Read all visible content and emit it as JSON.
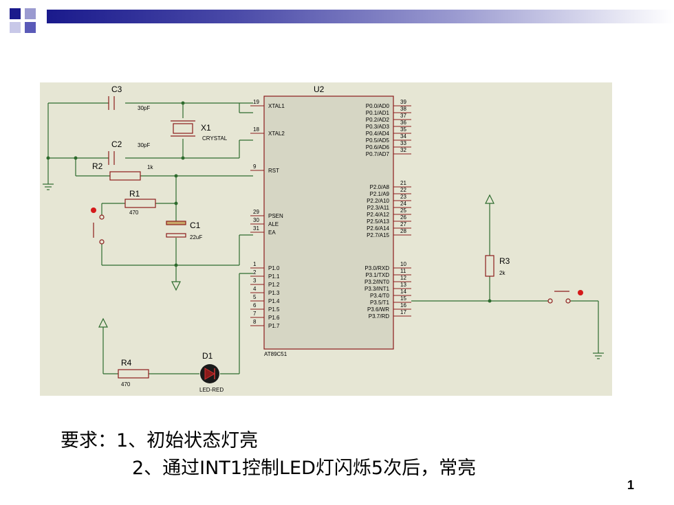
{
  "circuit": {
    "chip": {
      "ref": "U2",
      "part": "AT89C51",
      "left_pins": [
        {
          "num": "19",
          "name": "XTAL1"
        },
        {
          "num": "18",
          "name": "XTAL2"
        },
        {
          "num": "9",
          "name": "RST"
        },
        {
          "num": "29",
          "name": "PSEN"
        },
        {
          "num": "30",
          "name": "ALE"
        },
        {
          "num": "31",
          "name": "EA"
        },
        {
          "num": "1",
          "name": "P1.0"
        },
        {
          "num": "2",
          "name": "P1.1"
        },
        {
          "num": "3",
          "name": "P1.2"
        },
        {
          "num": "4",
          "name": "P1.3"
        },
        {
          "num": "5",
          "name": "P1.4"
        },
        {
          "num": "6",
          "name": "P1.5"
        },
        {
          "num": "7",
          "name": "P1.6"
        },
        {
          "num": "8",
          "name": "P1.7"
        }
      ],
      "right_pins": [
        {
          "num": "39",
          "name": "P0.0/AD0"
        },
        {
          "num": "38",
          "name": "P0.1/AD1"
        },
        {
          "num": "37",
          "name": "P0.2/AD2"
        },
        {
          "num": "36",
          "name": "P0.3/AD3"
        },
        {
          "num": "35",
          "name": "P0.4/AD4"
        },
        {
          "num": "34",
          "name": "P0.5/AD5"
        },
        {
          "num": "33",
          "name": "P0.6/AD6"
        },
        {
          "num": "32",
          "name": "P0.7/AD7"
        },
        {
          "num": "21",
          "name": "P2.0/A8"
        },
        {
          "num": "22",
          "name": "P2.1/A9"
        },
        {
          "num": "23",
          "name": "P2.2/A10"
        },
        {
          "num": "24",
          "name": "P2.3/A11"
        },
        {
          "num": "25",
          "name": "P2.4/A12"
        },
        {
          "num": "26",
          "name": "P2.5/A13"
        },
        {
          "num": "27",
          "name": "P2.6/A14"
        },
        {
          "num": "28",
          "name": "P2.7/A15"
        },
        {
          "num": "10",
          "name": "P3.0/RXD"
        },
        {
          "num": "11",
          "name": "P3.1/TXD"
        },
        {
          "num": "12",
          "name": "P3.2/INT0"
        },
        {
          "num": "13",
          "name": "P3.3/INT1"
        },
        {
          "num": "14",
          "name": "P3.4/T0"
        },
        {
          "num": "15",
          "name": "P3.5/T1"
        },
        {
          "num": "16",
          "name": "P3.6/WR"
        },
        {
          "num": "17",
          "name": "P3.7/RD"
        }
      ]
    },
    "components": {
      "c3": {
        "ref": "C3",
        "value": "30pF"
      },
      "c2": {
        "ref": "C2",
        "value": "30pF"
      },
      "x1": {
        "ref": "X1",
        "value": "CRYSTAL"
      },
      "r2": {
        "ref": "R2",
        "value": "1k"
      },
      "r1": {
        "ref": "R1",
        "value": "470"
      },
      "c1": {
        "ref": "C1",
        "value": "22uF"
      },
      "r3": {
        "ref": "R3",
        "value": "2k"
      },
      "r4": {
        "ref": "R4",
        "value": "470"
      },
      "d1": {
        "ref": "D1",
        "value": "LED-RED"
      }
    },
    "colors": {
      "wire": "#2d6b2d",
      "component": "#8b1a1a",
      "body": "#e6e6d4",
      "chip_fill": "#d6d6c4"
    }
  },
  "requirements": {
    "prefix": "要求：",
    "item1": "1、初始状态灯亮",
    "item2": "2、通过INT1控制LED灯闪烁5次后，常亮"
  },
  "page_number": "1"
}
